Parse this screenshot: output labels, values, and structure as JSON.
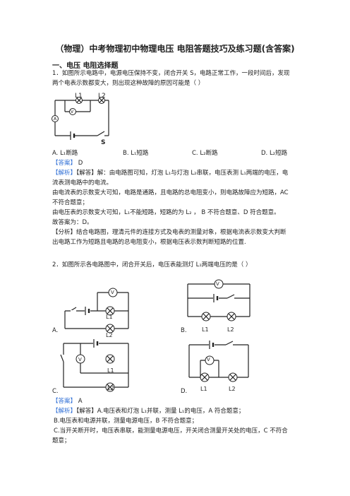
{
  "title": "（物理）中考物理初中物理电压  电阻答题技巧及练习题(含答案)",
  "section": "一、电压 电阻选择题",
  "q1": {
    "line1": "1．如图所示电路中，电源电压保持不变，闭合开关 S，电路正常工作，一段时间后，发现",
    "line2": "两个电表示数都变大，则出现这种故障的原因可能是（    ）",
    "circuit": {
      "l1": "L1",
      "l2": "L2",
      "v": "V",
      "a": "A",
      "s": "S"
    },
    "options": [
      "A. L₁断路",
      "B. L₁短路",
      "C. L₂断路",
      "D. L₂短路"
    ],
    "answer_tag": "【答案】",
    "answer": "D",
    "analysis_tag": "【解析】",
    "lines": [
      "【解答】解：由电路图可知，灯泡 L₁与灯泡 L₂串联，电压表测 L₁两端的电压，电",
      "流表测电路中的电流。",
      "由电流表的示数变大可知，电路是通路，且电路的总电阻变小，则电路故障应为短路，AC",
      "不符合题意；",
      "由电压表的示数变大可知，L₁不能短路，短路的为 L₂ ， B 不符合题意、D 符合题意。",
      "故答案为：D。",
      "【分析】结合电路图，理清元件的连接方式及电表的测量对象，根据电流表示数变大判断",
      "出电路工作为短路且电路的总电阻变小，根据电压表示数判断短路的位置."
    ]
  },
  "q2": {
    "line1": "2．如图所示各电路图中，闭合开关后，电压表能测灯 L₁两端电压的是（    ）",
    "labels": {
      "a": "A.",
      "b": "B.",
      "c": "C.",
      "d": "D."
    },
    "circuit": {
      "v": "V",
      "l1": "L1",
      "l2": "L2"
    },
    "answer_tag": "【答案】",
    "answer": "A",
    "analysis_tag": "【解析】",
    "lines": [
      "【解答】A.电压表和灯泡 L₁并联，测量 L₁的电压，A 符合题意；",
      "B.电压表和电源并联，测量电源电压，B 不符合题意；",
      "C.当开关断开时，电压表串联，能测量电源电压，开关闭合测量开关处的电压，C  不符合",
      "题意；"
    ]
  }
}
